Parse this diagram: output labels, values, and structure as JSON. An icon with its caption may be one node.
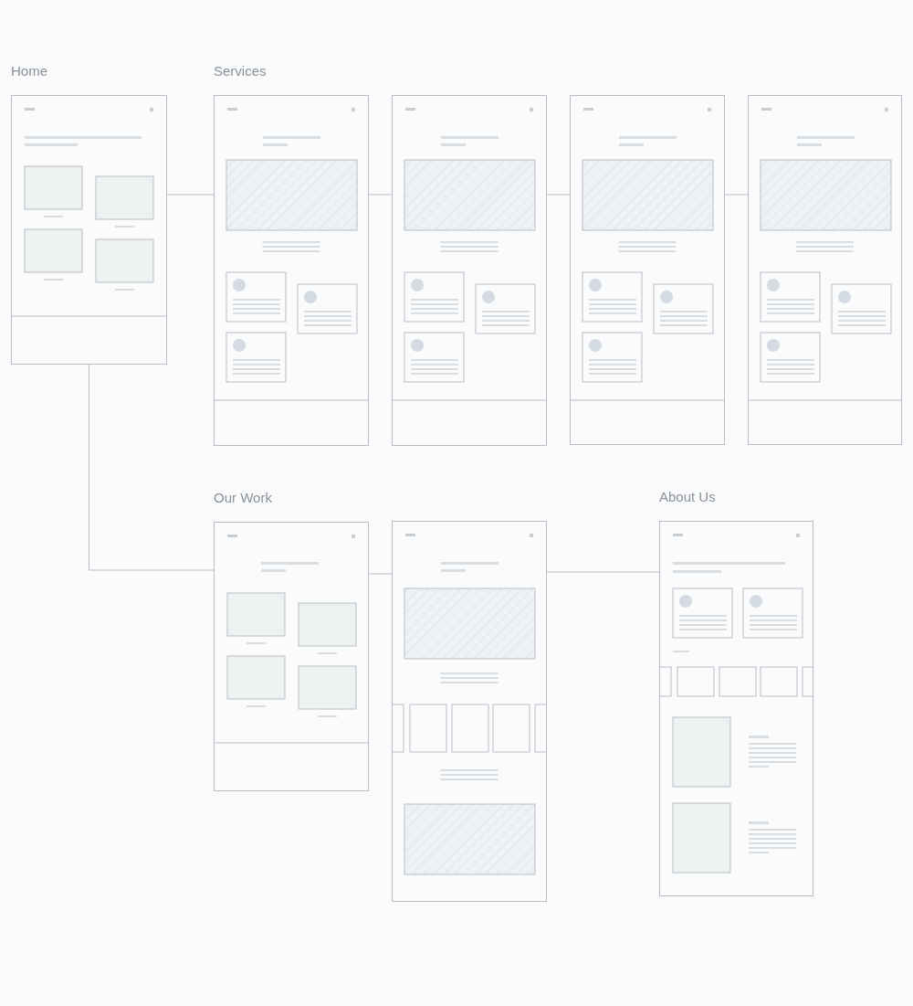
{
  "diagram": {
    "nodes": [
      {
        "text": [
          "Home"
        ]
      },
      {
        "text": [
          "Services"
        ]
      },
      {
        "text": [],
        "shape": "box"
      },
      {
        "text": [],
        "shape": "box"
      },
      {
        "text": [],
        "shape": "box"
      },
      {
        "text": [
          "Our Work"
        ]
      },
      {
        "text": [],
        "shape": "box"
      },
      {
        "text": [
          "About Us"
        ]
      }
    ],
    "edges": [
      {
        "from": 0,
        "to": 1,
        "arrow": "none"
      },
      {
        "from": 1,
        "to": 2,
        "arrow": "none"
      },
      {
        "from": 2,
        "to": 3,
        "arrow": "none"
      },
      {
        "from": 3,
        "to": 4,
        "arrow": "none"
      },
      {
        "from": 0,
        "to": 5,
        "arrow": "none"
      },
      {
        "from": 5,
        "to": 6,
        "arrow": "none"
      },
      {
        "from": 6,
        "to": 7,
        "arrow": "none"
      }
    ]
  }
}
